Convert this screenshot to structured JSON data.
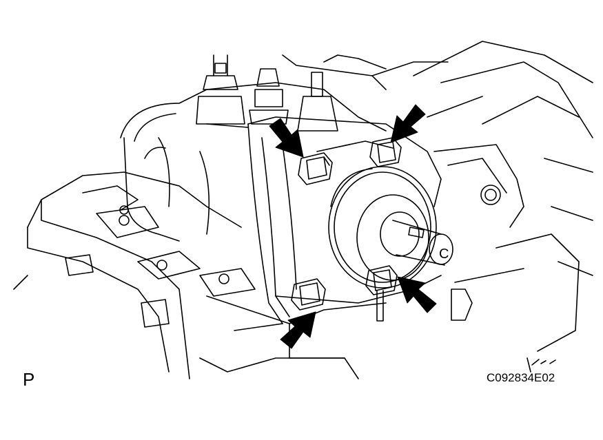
{
  "diagram": {
    "view_label": "P",
    "figure_code": "C092834E02",
    "shaft_marking": "C",
    "arrow_count": 4
  },
  "colors": {
    "line": "#000000",
    "background": "#ffffff"
  },
  "icons": {
    "pointer": "arrow-icon",
    "fastener": "bolt-icon"
  }
}
